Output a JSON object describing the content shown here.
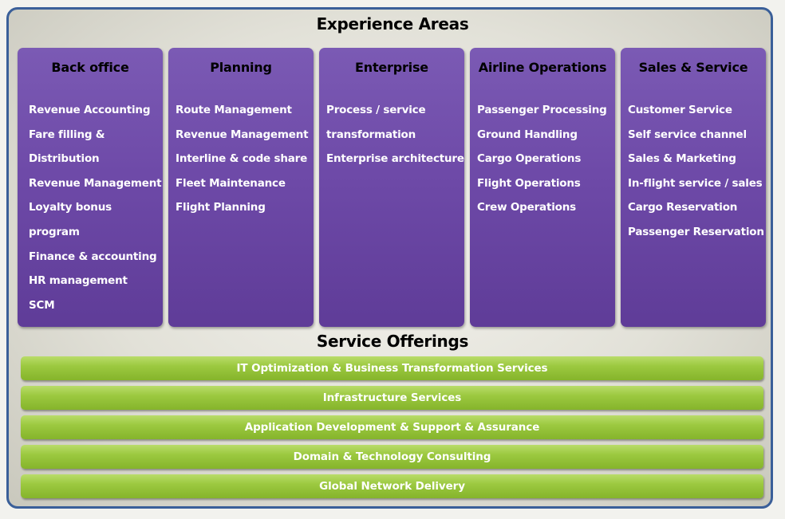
{
  "experience_title": "Experience Areas",
  "service_title": "Service Offerings",
  "colors": {
    "column_purple": "#6e4aa8",
    "bar_green": "#9cc940",
    "frame_blue": "#3a5f99"
  },
  "columns": [
    {
      "title": "Back office",
      "items": [
        "Revenue Accounting",
        "Fare filling &",
        "Distribution",
        "Revenue Management",
        "Loyalty bonus",
        "program",
        "Finance & accounting",
        "HR management",
        "SCM"
      ]
    },
    {
      "title": "Planning",
      "items": [
        "Route Management",
        "Revenue Management",
        "Interline & code share",
        "Fleet Maintenance",
        "Flight Planning"
      ]
    },
    {
      "title": "Enterprise",
      "items": [
        "Process / service",
        "transformation",
        "Enterprise architecture"
      ]
    },
    {
      "title": "Airline Operations",
      "items": [
        "Passenger Processing",
        "Ground Handling",
        "Cargo Operations",
        "Flight Operations",
        "Crew Operations"
      ]
    },
    {
      "title": "Sales & Service",
      "items": [
        "Customer Service",
        "Self service channel",
        "Sales & Marketing",
        "In-flight service / sales",
        "Cargo Reservation",
        "Passenger Reservation"
      ]
    }
  ],
  "services": [
    "IT Optimization & Business Transformation Services",
    "Infrastructure Services",
    "Application Development & Support & Assurance",
    "Domain & Technology Consulting",
    "Global Network Delivery"
  ]
}
